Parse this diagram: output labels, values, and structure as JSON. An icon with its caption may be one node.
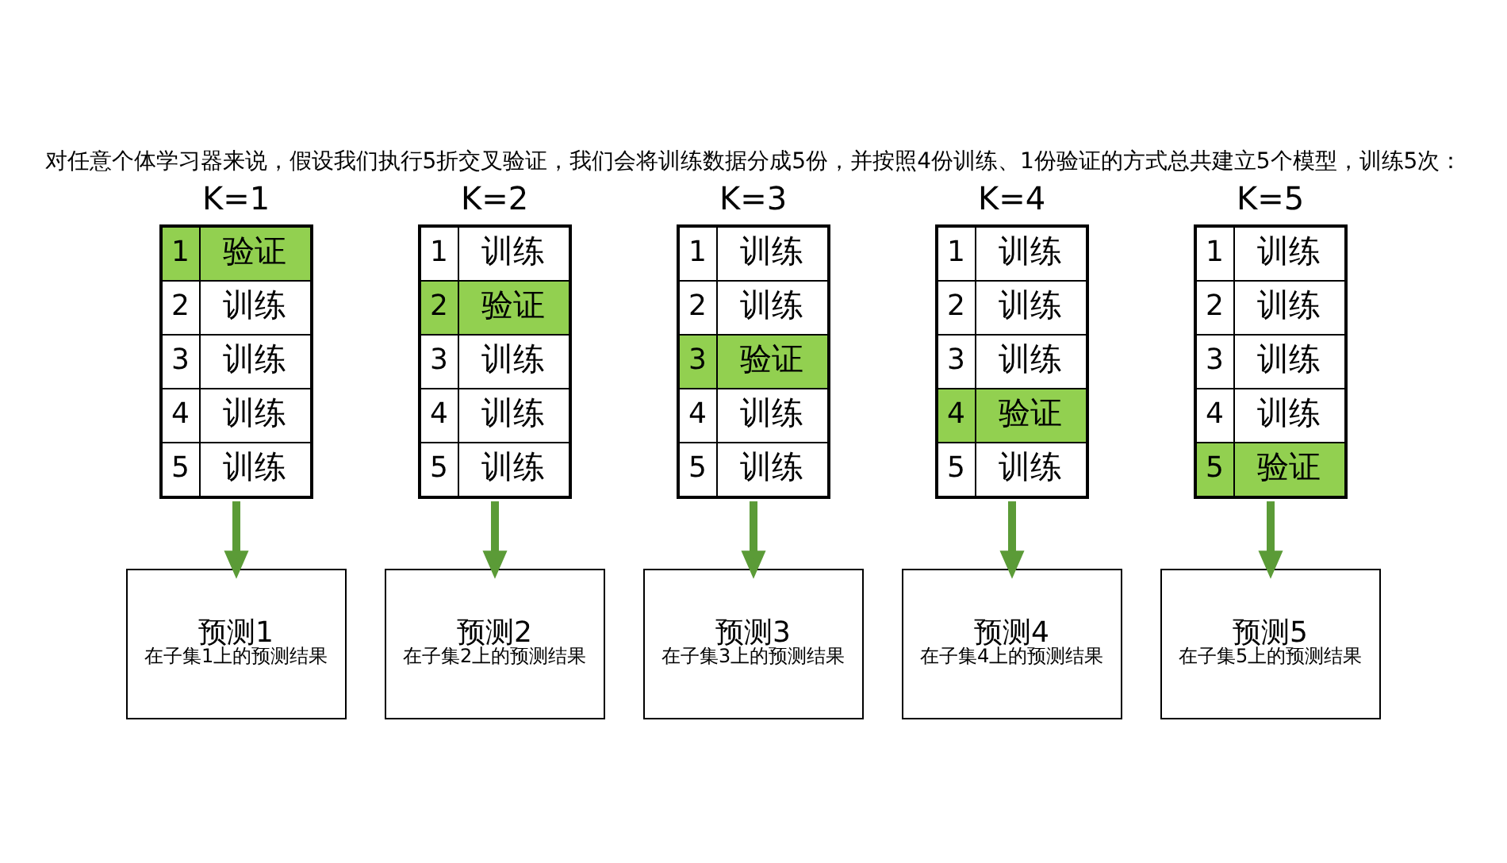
{
  "diagram": {
    "title": "对任意个体学习器来说，假设我们执行5折交叉验证，我们会将训练数据分成5份，并按照4份训练、1份验证的方式总共建立5个模型，训练5次：",
    "nodes": [
      {
        "text": [
          "K=1",
          "1",
          "验证",
          "2",
          "训练",
          "3",
          "训练",
          "4",
          "训练",
          "5",
          "训练"
        ]
      },
      {
        "text": [
          "K=2",
          "1",
          "训练",
          "2",
          "验证",
          "3",
          "训练",
          "4",
          "训练",
          "5",
          "训练"
        ]
      },
      {
        "text": [
          "K=3",
          "1",
          "训练",
          "2",
          "训练",
          "3",
          "验证",
          "4",
          "训练",
          "5",
          "训练"
        ]
      },
      {
        "text": [
          "K=4",
          "1",
          "训练",
          "2",
          "训练",
          "3",
          "训练",
          "4",
          "验证",
          "5",
          "训练"
        ]
      },
      {
        "text": [
          "K=5",
          "1",
          "训练",
          "2",
          "训练",
          "3",
          "训练",
          "4",
          "训练",
          "5",
          "验证"
        ]
      },
      {
        "text": [
          "预测1",
          "在子集1上的预测结果"
        ]
      },
      {
        "text": [
          "预测2",
          "在子集2上的预测结果"
        ]
      },
      {
        "text": [
          "预测3",
          "在子集3上的预测结果"
        ]
      },
      {
        "text": [
          "预测4",
          "在子集4上的预测结果"
        ]
      },
      {
        "text": [
          "预测5",
          "在子集5上的预测结果"
        ]
      }
    ],
    "edges": [
      {
        "from": 0,
        "to": 5,
        "arrow": "to"
      },
      {
        "from": 1,
        "to": 6,
        "arrow": "to"
      },
      {
        "from": 2,
        "to": 7,
        "arrow": "to"
      },
      {
        "from": 3,
        "to": 8,
        "arrow": "to"
      },
      {
        "from": 4,
        "to": 9,
        "arrow": "to"
      }
    ]
  }
}
